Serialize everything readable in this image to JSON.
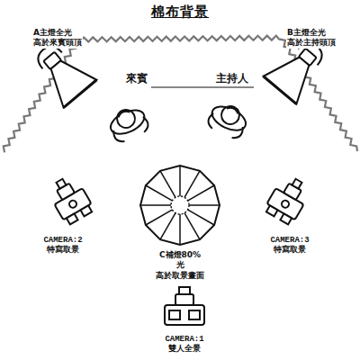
{
  "diagram": {
    "title": "棉布背景",
    "labels": [
      "A主燈全光 高於來賓頭頂",
      "B主燈全光 高於主持頭頂",
      "來賓",
      "主持人",
      "CAMERA:2 特寫取景",
      "C補燈80%光 高於取景畫面",
      "CAMERA:3 特寫取景",
      "CAMERA:1 雙人全景"
    ]
  }
}
